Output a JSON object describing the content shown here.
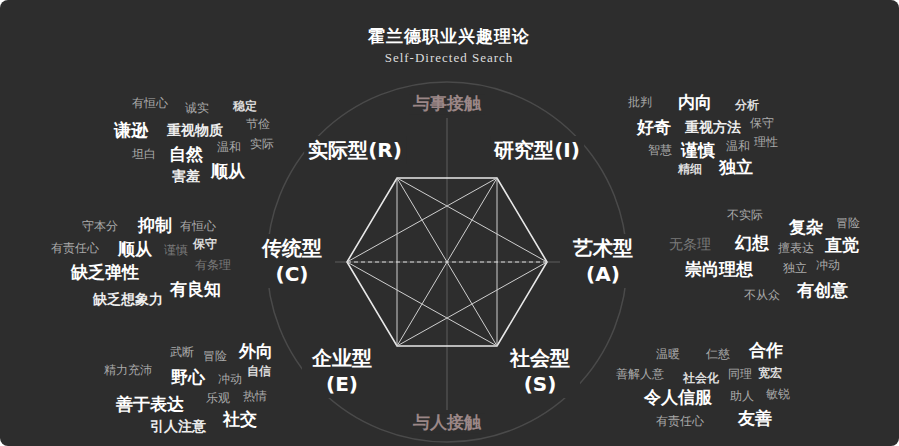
{
  "diagram": {
    "title": "霍兰德职业兴趣理论",
    "labels": [
      "Self-Directed Search",
      "与事接触",
      "与人接触",
      "实际型(R)",
      "研究型(I)",
      "传统型 (C)",
      "艺术型 (A)",
      "企业型 (E)",
      "社会型 (S)",
      "有恒心",
      "诚实",
      "稳定",
      "谦逊",
      "重视物质",
      "节俭",
      "坦白",
      "自然",
      "温和",
      "实际",
      "害羞",
      "顺从",
      "批判",
      "内向",
      "分析",
      "好奇",
      "重视方法",
      "保守",
      "智慧",
      "谨慎",
      "温和",
      "理性",
      "精细",
      "独立",
      "不实际",
      "复杂",
      "冒险",
      "无条理",
      "幻想",
      "擅表达",
      "直觉",
      "崇尚理想",
      "独立",
      "冲动",
      "不从众",
      "有创意",
      "守本分",
      "抑制",
      "有恒心",
      "有责任心",
      "顺从",
      "谨慎",
      "保守",
      "缺乏弹性",
      "有条理",
      "缺乏想象力",
      "有良知",
      "武断",
      "冒险",
      "外向",
      "精力充沛",
      "野心",
      "冲动",
      "自信",
      "善于表达",
      "乐观",
      "热情",
      "引人注意",
      "社交",
      "温暖",
      "仁慈",
      "合作",
      "善解人意",
      "社会化",
      "同理",
      "宽宏",
      "令人信服",
      "助人",
      "敏锐",
      "有责任心",
      "友善"
    ]
  }
}
